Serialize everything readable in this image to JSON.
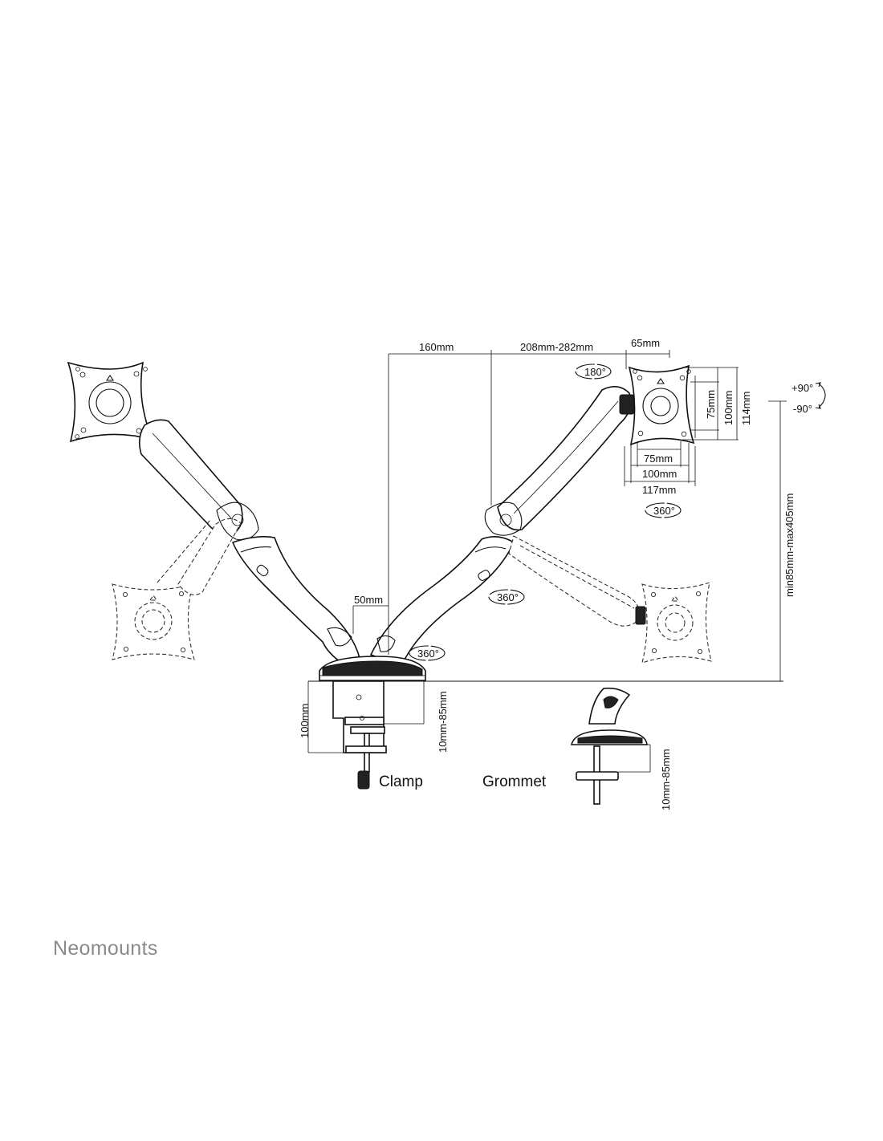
{
  "dimensions": {
    "arm_offset": "160mm",
    "arm_extension": "208mm-282mm",
    "vesa_depth": "65mm",
    "pole_gap": "50mm",
    "height_range": "min85mm-max405mm",
    "vesa_h_75": "75mm",
    "vesa_h_100": "100mm",
    "vesa_w_117": "117mm",
    "vesa_v_75": "75mm",
    "vesa_v_100": "100mm",
    "vesa_v_114": "114mm",
    "clamp_height": "100mm",
    "clamp_range": "10mm-85mm",
    "grommet_range": "10mm-85mm"
  },
  "rotations": {
    "swivel_180": "180°",
    "rotate_360_plate": "360°",
    "rotate_360_arm": "360°",
    "rotate_360_base": "360°",
    "tilt_up": "+90°",
    "tilt_down": "-90°"
  },
  "labels": {
    "clamp": "Clamp",
    "grommet": "Grommet"
  },
  "brand": {
    "name": "Neomounts",
    "color": "#8a8a8a"
  }
}
